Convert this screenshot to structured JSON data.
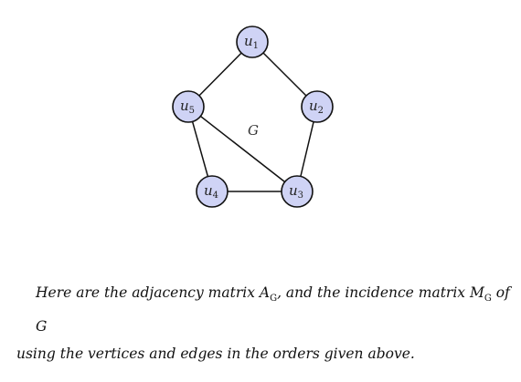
{
  "diagram": {
    "graph_label": "G",
    "nodes": [
      {
        "id": "u1",
        "base": "u",
        "sub": "1"
      },
      {
        "id": "u2",
        "base": "u",
        "sub": "2"
      },
      {
        "id": "u3",
        "base": "u",
        "sub": "3"
      },
      {
        "id": "u4",
        "base": "u",
        "sub": "4"
      },
      {
        "id": "u5",
        "base": "u",
        "sub": "5"
      }
    ],
    "edges": [
      {
        "from": "u1",
        "to": "u2"
      },
      {
        "from": "u2",
        "to": "u3"
      },
      {
        "from": "u3",
        "to": "u4"
      },
      {
        "from": "u4",
        "to": "u5"
      },
      {
        "from": "u5",
        "to": "u1"
      },
      {
        "from": "u5",
        "to": "u3"
      }
    ]
  },
  "caption": {
    "line1_part1": "Here are the adjacency matrix ",
    "adj_base": "A",
    "adj_sub": "G",
    "line1_part2": ", and the incidence matrix ",
    "inc_base": "M",
    "inc_sub": "G",
    "line1_part3": " of G",
    "line2": "using the vertices and edges in the orders given above."
  }
}
